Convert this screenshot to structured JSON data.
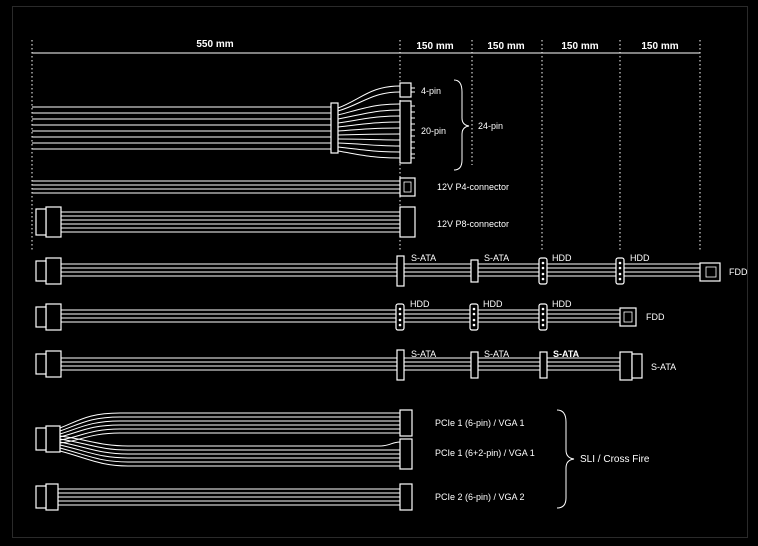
{
  "dimensions": [
    "550 mm",
    "150 mm",
    "150 mm",
    "150 mm",
    "150 mm"
  ],
  "atx": {
    "pin4": "4-pin",
    "pin20": "20-pin",
    "pin24": "24-pin"
  },
  "p4": "12V P4-connector",
  "p8": "12V P8-connector",
  "cable1": [
    "S-ATA",
    "S-ATA",
    "HDD",
    "HDD",
    "FDD"
  ],
  "cable2": [
    "HDD",
    "HDD",
    "HDD",
    "FDD"
  ],
  "cable3": [
    "S-ATA",
    "S-ATA",
    "S-ATA",
    "S-ATA"
  ],
  "pcie": {
    "vga1": "PCIe 1 (6-pin) / VGA 1",
    "vga1b": "PCIe 1 (6+2-pin) / VGA 1",
    "vga2": "PCIe 2 (6-pin) / VGA 2",
    "group": "SLI / Cross Fire"
  }
}
